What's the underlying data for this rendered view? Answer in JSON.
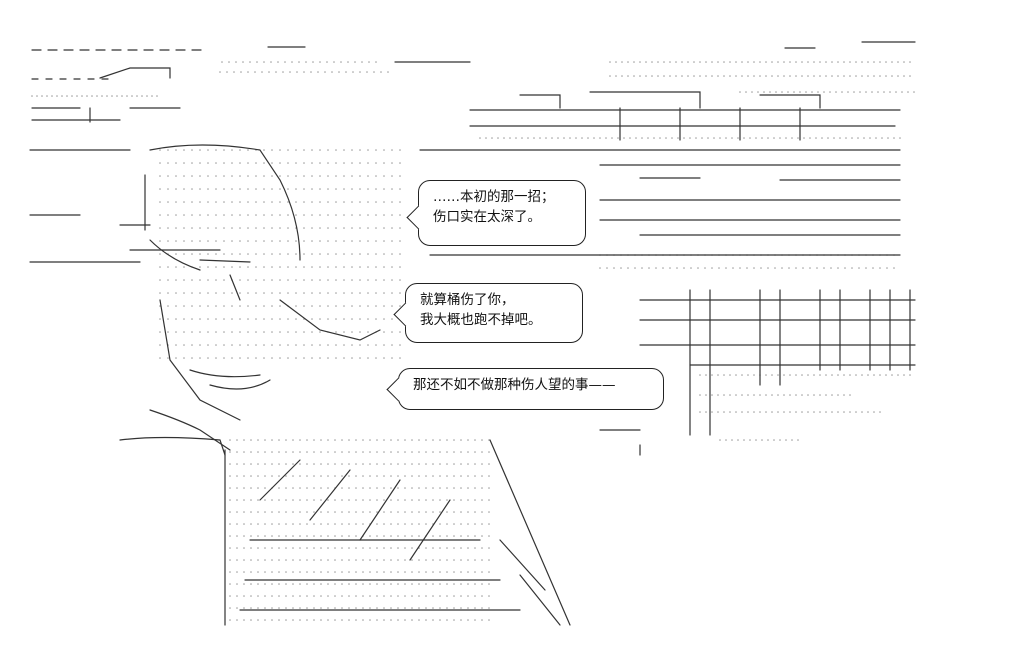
{
  "dialogue": [
    {
      "lines": [
        "……本初的那一招；",
        "伤口实在太深了。"
      ]
    },
    {
      "lines": [
        "就算桶伤了你，",
        "我大概也跑不掉吧。"
      ]
    },
    {
      "lines": [
        "那还不如不做那种伤人望的事——"
      ]
    }
  ],
  "art": {
    "stroke_color": "#333333",
    "dot_color": "#9a9a9a"
  }
}
